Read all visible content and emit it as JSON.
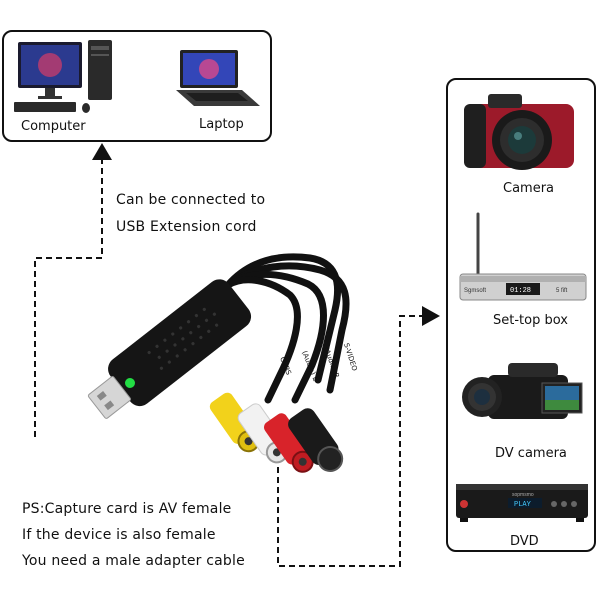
{
  "devices_left": {
    "computer_label": "Computer",
    "laptop_label": "Laptop"
  },
  "devices_right": {
    "camera_label": "Camera",
    "settop_label": "Set-top box",
    "dv_label": "DV camera",
    "dvd_label": "DVD",
    "settop_brand": "Sgmsoft",
    "settop_display": "01:28",
    "settop_badge": "5 fift",
    "dvd_brand": "sopmsmo",
    "dvd_display": "PLAY"
  },
  "connection_note": {
    "line1": "Can be connected to",
    "line2": "USB Extension cord"
  },
  "cable_labels": {
    "cvbs": "CVBS",
    "audio_l": "(Audio) L",
    "audio_r": "(Audio) R",
    "svideo": "S-VIDEO"
  },
  "ps_note": {
    "line1": "PS:Capture card is AV female",
    "line2": "If the device is also female",
    "line3": "You need a male adapter cable"
  },
  "colors": {
    "frame": "#111111",
    "cvbs_plug": "#f2d21b",
    "audio_l_plug": "#f2f2f2",
    "audio_r_plug": "#d8232a",
    "svideo_plug": "#1a1a1a",
    "led": "#22dd44",
    "camera_body": "#9c1a2a"
  }
}
